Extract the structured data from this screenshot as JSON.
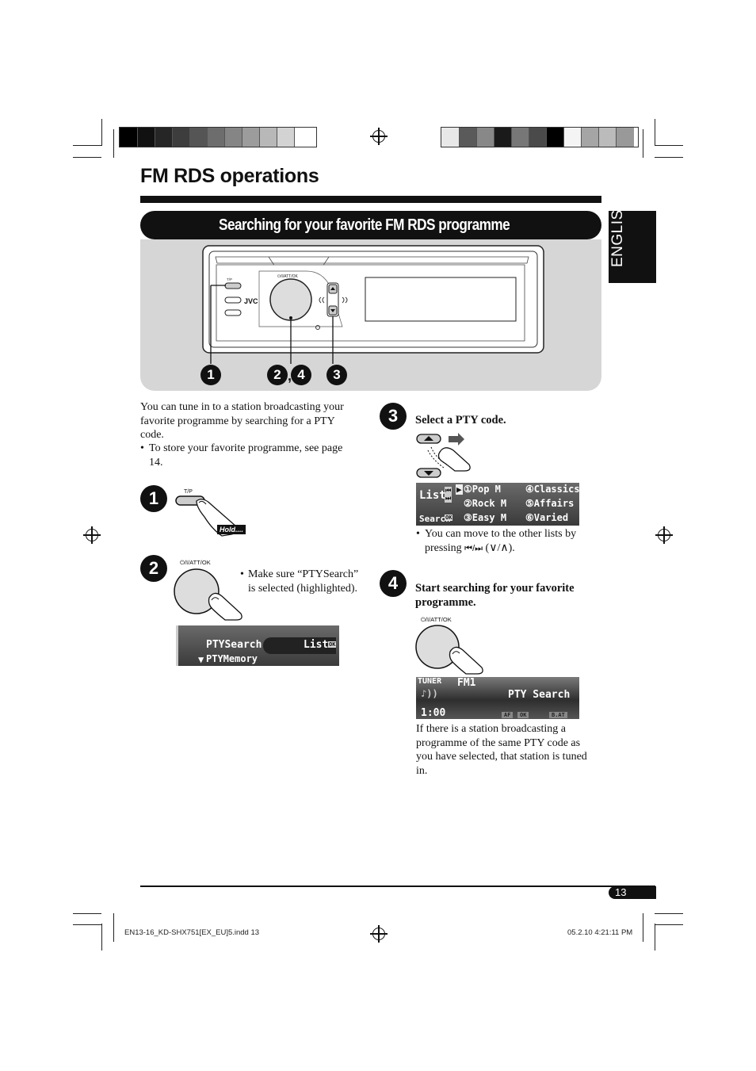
{
  "page": {
    "title": "FM RDS operations",
    "section_title": "Searching for your favorite FM RDS programme",
    "language_tab": "ENGLISH",
    "page_number": "13"
  },
  "colors": {
    "accent": "#111111",
    "panel_bg": "#d6d6d6"
  },
  "device": {
    "brand": "JVC",
    "knob_label": "⏻/I/ATT/OK",
    "tp_label": "T/P",
    "callouts": [
      "1",
      "2",
      "4",
      "3"
    ]
  },
  "intro": {
    "text": "You can tune in to a station broadcasting your favorite programme by searching for a PTY code.",
    "bullet": "To store your favorite programme, see page 14."
  },
  "step1": {
    "num": "1",
    "tp_label": "T/P",
    "hold_label": "Hold...."
  },
  "step2": {
    "num": "2",
    "knob_label": "⏻/I/ATT/OK",
    "bullet": "Make sure “PTYSearch” is selected (highlighted).",
    "lcd": {
      "line1": "PTYSearch",
      "line1_right": "List",
      "line2": "PTYMemory",
      "ok": "OK"
    }
  },
  "step3": {
    "num": "3",
    "heading": "Select a PTY code.",
    "lcd": {
      "left1": "List",
      "left2": "Search",
      "ok": "OK",
      "items": [
        "①Pop M",
        "②Rock M",
        "③Easy M",
        "④Classics",
        "⑤Affairs",
        "⑥Varied"
      ]
    },
    "bullet_prefix": "You can move to the other lists by pressing",
    "bullet_keys": "⏮/⏭",
    "bullet_suffix": "(∨/∧)."
  },
  "step4": {
    "num": "4",
    "heading": "Start searching for your favorite programme.",
    "knob_label": "⏻/I/ATT/OK",
    "lcd": {
      "tuner": "TUNER",
      "band": "FM1",
      "status": "PTY Search",
      "time": "1:00",
      "btn1": "AF",
      "btn2": "OK",
      "btn3": "B.AT"
    },
    "result": "If there is a station broadcasting a programme of the same PTY code as you have selected, that station is tuned in."
  },
  "imprint": {
    "file": "EN13-16_KD-SHX751[EX_EU]5.indd   13",
    "date": "05.2.10   4:21:11 PM"
  }
}
